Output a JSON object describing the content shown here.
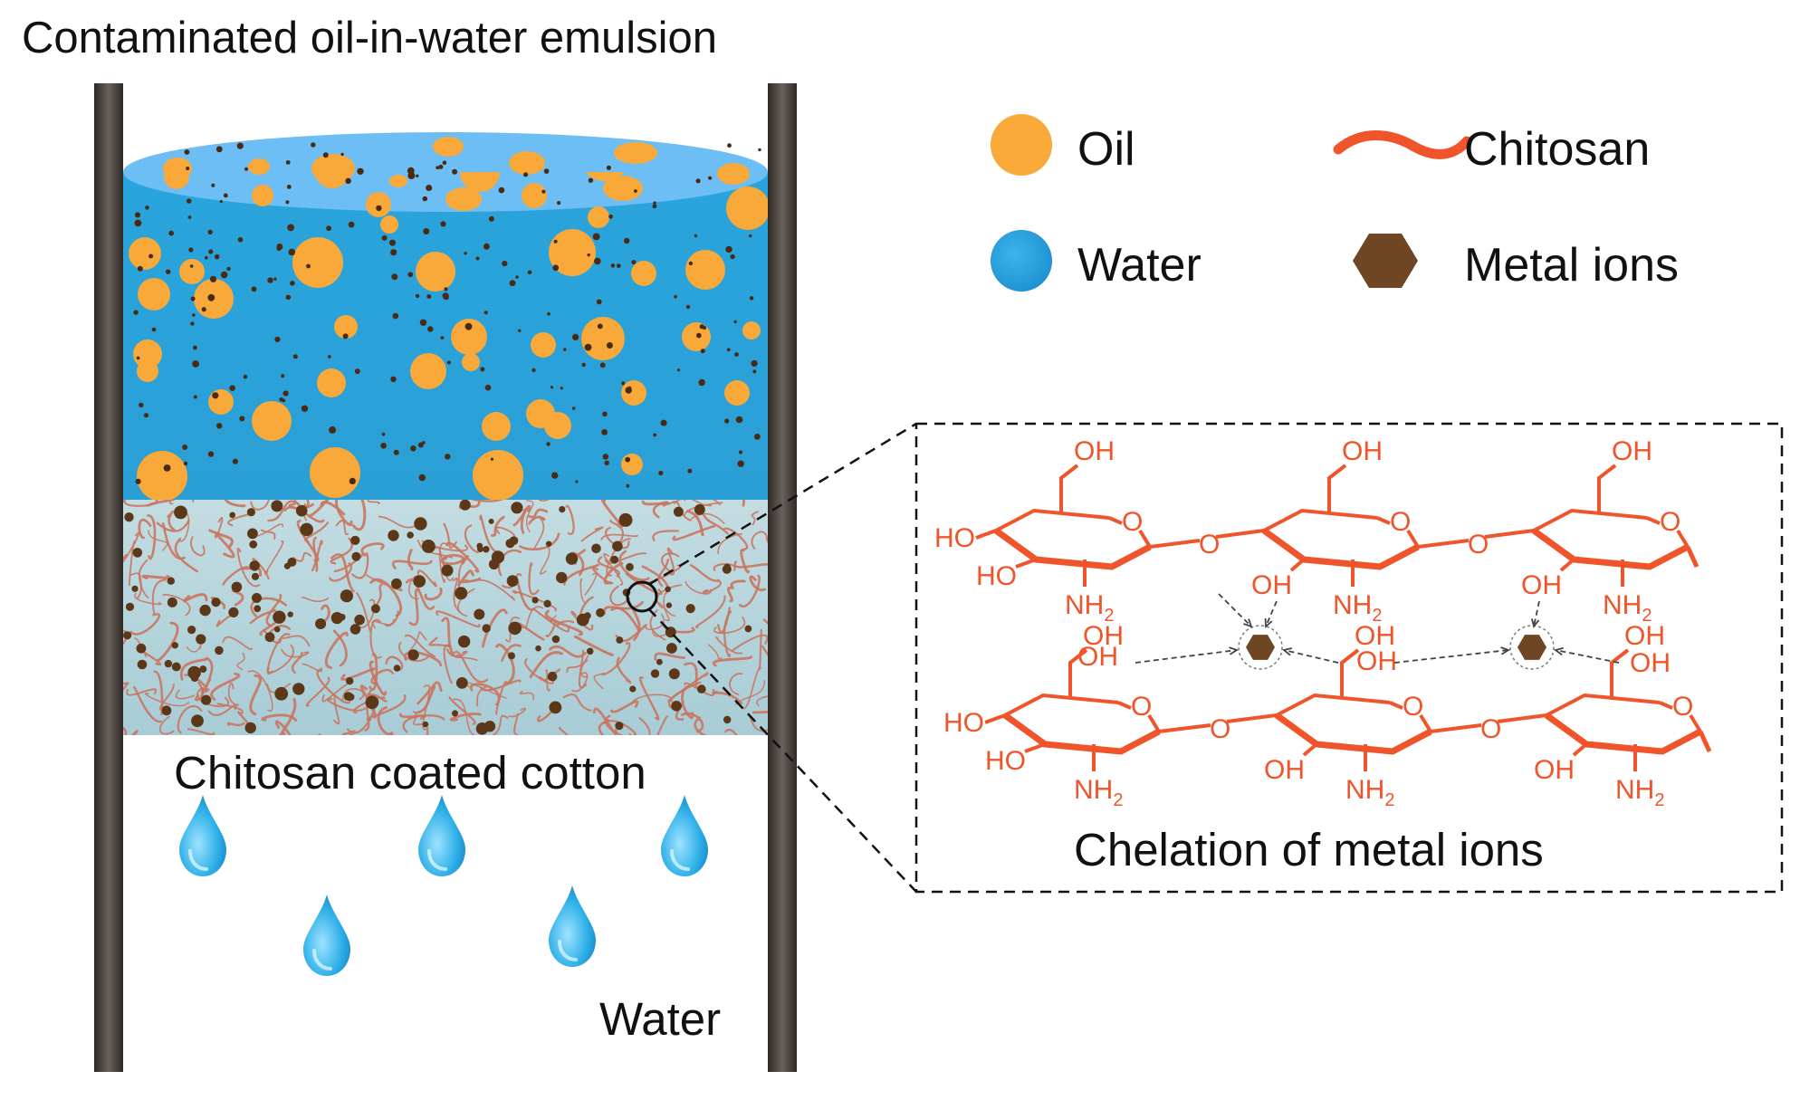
{
  "title": "Contaminated oil-in-water emulsion",
  "filter_label": "Chitosan coated cotton",
  "output_label": "Water",
  "legend": {
    "oil": "Oil",
    "water": "Water",
    "chitosan": "Chitosan",
    "metal_ions": "Metal ions"
  },
  "inset": {
    "caption": "Chelation of metal ions",
    "groups": {
      "oh": "OH",
      "ho": "HO",
      "nh2": "NH",
      "nh2_sub": "2",
      "ring_o": "O"
    }
  },
  "colors": {
    "oil": "#f8a93a",
    "water": "#2aa4dc",
    "water_surface": "#6cbef5",
    "chitosan": "#f0542a",
    "metal_ion": "#6e4624",
    "wall": "#4e4644",
    "filter": "#b9d7de",
    "fiber": "#c9755f",
    "drop": "#2fb0e8",
    "text": "#111111"
  },
  "icons": {
    "oil": "oil-droplet-icon",
    "water": "water-icon",
    "chitosan": "chitosan-strand-icon",
    "metal_ions": "metal-ion-hexagon-icon",
    "drop": "water-drop-icon",
    "magnifier": "zoom-circle-icon"
  }
}
